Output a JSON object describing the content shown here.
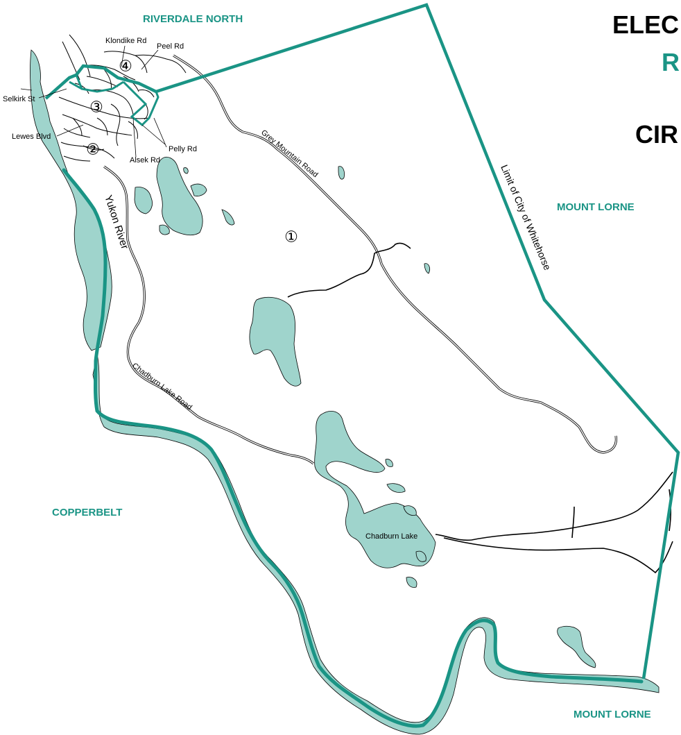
{
  "title": {
    "line1": "ELEC",
    "line2": "R",
    "line3": "CIR"
  },
  "region_labels": {
    "north": "RIVERDALE NORTH",
    "east": "MOUNT LORNE",
    "west": "COPPERBELT",
    "south": "MOUNT LORNE"
  },
  "boundary_label": "Limit of City of Whitehorse",
  "river_label": "Yukon River",
  "roads": {
    "grey_mountain": "Grey Mountain Road",
    "chadburn": "Chadburn Lake Road"
  },
  "lake_label": "Chadburn Lake",
  "streets": {
    "klondike": "Klondike Rd",
    "peel": "Peel Rd",
    "selkirk": "Selkirk St",
    "lewes": "Lewes Blvd",
    "pelly": "Pelly Rd",
    "alsek": "Alsek Rd"
  },
  "polls": [
    "①",
    "②",
    "③",
    "④"
  ],
  "colors": {
    "boundary": "#1a9485",
    "water": "#9fd4cc",
    "river_core": "#1a9485",
    "labels": "#1a9485"
  }
}
